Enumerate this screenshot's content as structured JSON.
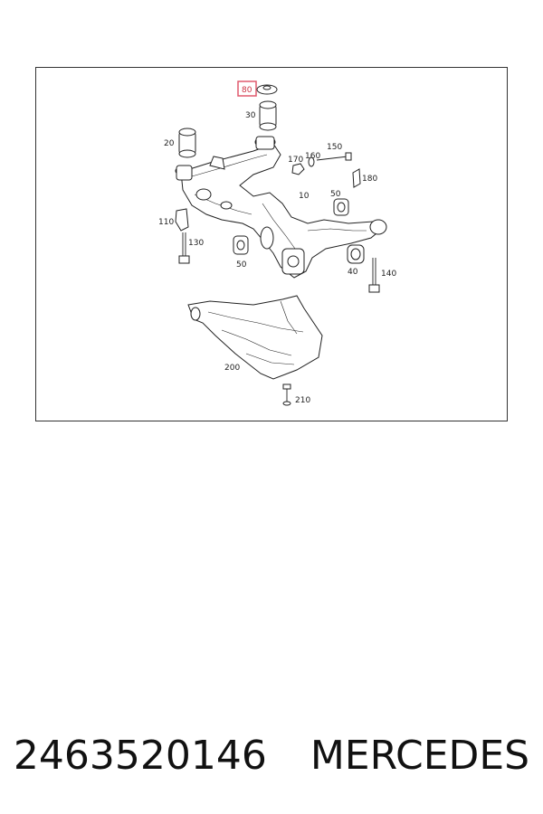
{
  "diagram": {
    "highlight_color": "#e05a6e",
    "callouts": {
      "p80": "80",
      "p30": "30",
      "p20": "20",
      "p150": "150",
      "p160": "160",
      "p170": "170",
      "p180": "180",
      "p10": "10",
      "p50a": "50",
      "p50b": "50",
      "p110": "110",
      "p130": "130",
      "p40": "40",
      "p140": "140",
      "p200": "200",
      "p210": "210"
    },
    "highlighted_part": "80"
  },
  "caption": {
    "part_number": "2463520146",
    "brand": "MERCEDES"
  }
}
